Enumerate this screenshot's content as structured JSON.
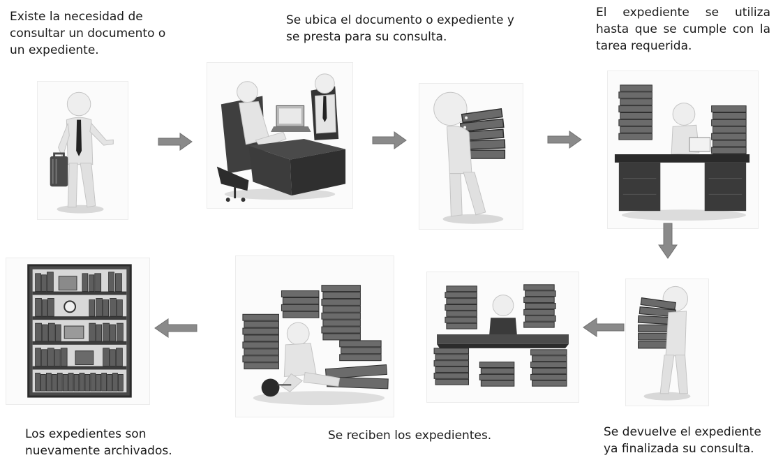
{
  "steps": [
    {
      "lines": [
        "Existe la necesidad de",
        "consultar un documento o",
        "un expediente."
      ],
      "icon": "person-with-briefcase-icon"
    },
    {
      "lines": [
        "Se ubica el documento o expediente y",
        "se presta para su consulta."
      ],
      "icon": "desk-lending-icon"
    },
    {
      "icon": "person-carrying-binders-icon"
    },
    {
      "lines": [
        "El expediente se utiliza",
        "hasta que se cumple con la",
        "tarea requerida."
      ],
      "icon": "person-working-at-desk-icon"
    },
    {
      "lines": [
        "Se devuelve el expediente",
        "ya finalizada su consulta."
      ],
      "icon": "person-returning-binders-icon"
    },
    {
      "icon": "desk-with-binder-stacks-icon"
    },
    {
      "lines": [
        "Se reciben los expedientes."
      ],
      "icon": "person-among-binders-icon"
    },
    {
      "lines": [
        "Los expedientes son",
        "nuevamente archivados."
      ],
      "icon": "bookshelf-icon"
    }
  ],
  "colors": {
    "arrow": "#8a8a8a",
    "arrow_edge": "#707070",
    "figure": "#e6e6e6",
    "binder": "#6e6e6e",
    "desk": "#3a3a3a"
  }
}
